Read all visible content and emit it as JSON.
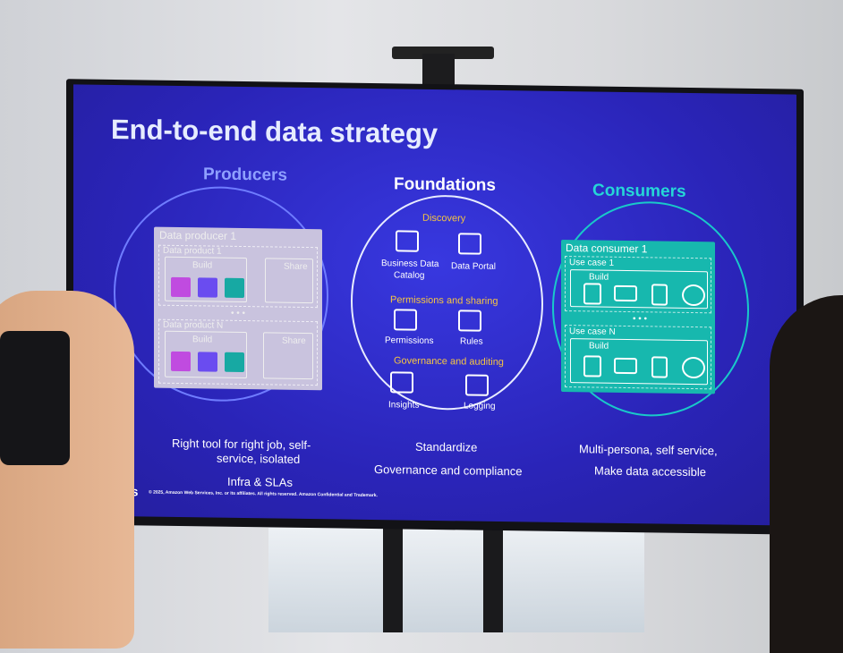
{
  "slide": {
    "title": "End-to-end data strategy",
    "producers": {
      "heading": "Producers",
      "box_title": "Data producer 1",
      "product_1": "Data product 1",
      "product_n": "Data product N",
      "build": "Build",
      "share": "Share",
      "ellipsis": "• • •",
      "captions": [
        "Right tool for right job, self-",
        "service, isolated",
        "Infra & SLAs"
      ]
    },
    "foundations": {
      "heading": "Foundations",
      "discovery": "Discovery",
      "business_catalog": [
        "Business Data",
        "Catalog"
      ],
      "data_portal": "Data Portal",
      "permissions_sharing": "Permissions and sharing",
      "permissions": "Permissions",
      "rules": "Rules",
      "governance_auditing": "Governance and auditing",
      "insights": "Insights",
      "logging": "Logging",
      "captions": [
        "Standardize",
        "Governance and compliance"
      ]
    },
    "consumers": {
      "heading": "Consumers",
      "box_title": "Data consumer 1",
      "use_case_1": "Use case 1",
      "use_case_n": "Use case N",
      "build": "Build",
      "ellipsis": "• • •",
      "captions": [
        "Multi-persona, self service,",
        "Make data accessible"
      ]
    },
    "logo": "aws",
    "copyright": "© 2025, Amazon Web Services, Inc. or its affiliates. All rights reserved. Amazon Confidential and Trademark."
  },
  "colors": {
    "producers": "#6f7cff",
    "consumers": "#19c9c9",
    "foundations_label": "#f5c542",
    "magenta": "#c04be0",
    "purple": "#6a4cf0",
    "teal": "#17a9a3"
  }
}
